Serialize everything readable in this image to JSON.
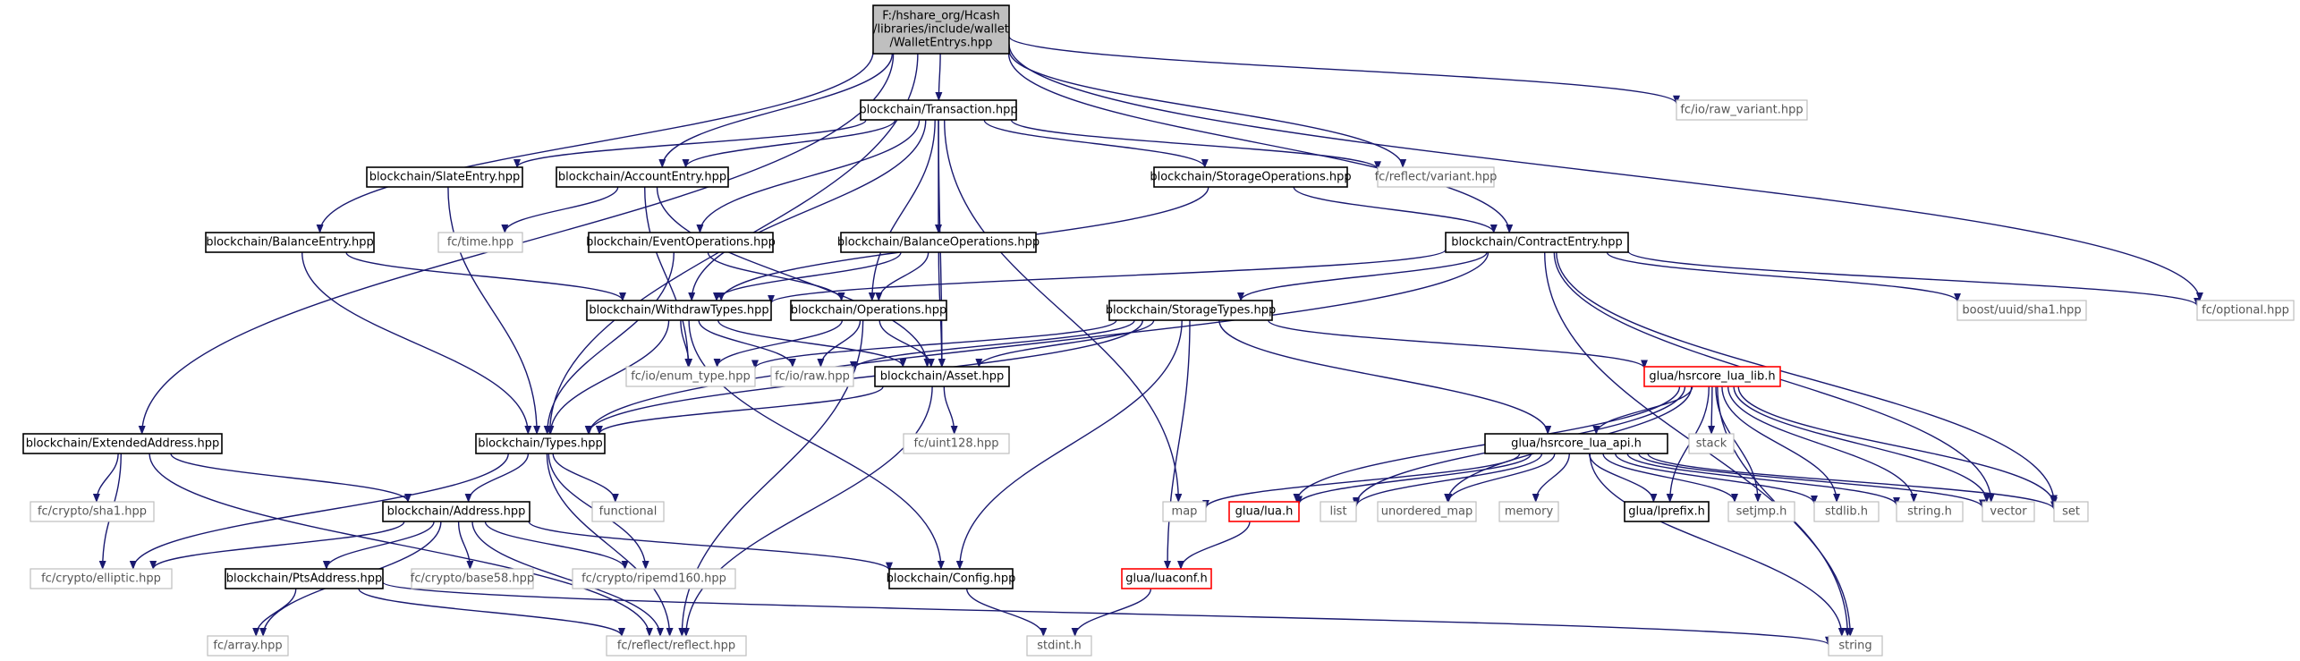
{
  "nodes": {
    "root": {
      "label": [
        "F:/hshare_org/Hcash",
        "/libraries/include/wallet",
        "/WalletEntrys.hpp"
      ],
      "kind": "root"
    },
    "transaction": {
      "label": [
        "blockchain/Transaction.hpp"
      ],
      "kind": "doc"
    },
    "raw_variant": {
      "label": [
        "fc/io/raw_variant.hpp"
      ],
      "kind": "sys"
    },
    "slate_entry": {
      "label": [
        "blockchain/SlateEntry.hpp"
      ],
      "kind": "doc"
    },
    "account_entry": {
      "label": [
        "blockchain/AccountEntry.hpp"
      ],
      "kind": "doc"
    },
    "storage_ops": {
      "label": [
        "blockchain/StorageOperations.hpp"
      ],
      "kind": "doc"
    },
    "variant": {
      "label": [
        "fc/reflect/variant.hpp"
      ],
      "kind": "sys"
    },
    "balance_entry": {
      "label": [
        "blockchain/BalanceEntry.hpp"
      ],
      "kind": "doc"
    },
    "fc_time": {
      "label": [
        "fc/time.hpp"
      ],
      "kind": "sys"
    },
    "event_ops": {
      "label": [
        "blockchain/EventOperations.hpp"
      ],
      "kind": "doc"
    },
    "balance_ops": {
      "label": [
        "blockchain/BalanceOperations.hpp"
      ],
      "kind": "doc"
    },
    "contract_entry": {
      "label": [
        "blockchain/ContractEntry.hpp"
      ],
      "kind": "doc"
    },
    "withdraw_types": {
      "label": [
        "blockchain/WithdrawTypes.hpp"
      ],
      "kind": "doc"
    },
    "operations": {
      "label": [
        "blockchain/Operations.hpp"
      ],
      "kind": "doc"
    },
    "storage_types": {
      "label": [
        "blockchain/StorageTypes.hpp"
      ],
      "kind": "doc"
    },
    "uuid_sha1": {
      "label": [
        "boost/uuid/sha1.hpp"
      ],
      "kind": "sys"
    },
    "optional": {
      "label": [
        "fc/optional.hpp"
      ],
      "kind": "sys"
    },
    "enum_type": {
      "label": [
        "fc/io/enum_type.hpp"
      ],
      "kind": "sys"
    },
    "fc_raw": {
      "label": [
        "fc/io/raw.hpp"
      ],
      "kind": "sys"
    },
    "asset": {
      "label": [
        "blockchain/Asset.hpp"
      ],
      "kind": "doc"
    },
    "lua_lib": {
      "label": [
        "glua/hsrcore_lua_lib.h"
      ],
      "kind": "red"
    },
    "extended_address": {
      "label": [
        "blockchain/ExtendedAddress.hpp"
      ],
      "kind": "doc"
    },
    "types": {
      "label": [
        "blockchain/Types.hpp"
      ],
      "kind": "doc"
    },
    "uint128": {
      "label": [
        "fc/uint128.hpp"
      ],
      "kind": "sys"
    },
    "stack": {
      "label": [
        "stack"
      ],
      "kind": "sys"
    },
    "lua_api": {
      "label": [
        "glua/hsrcore_lua_api.h"
      ],
      "kind": "doc"
    },
    "crypto_sha1": {
      "label": [
        "fc/crypto/sha1.hpp"
      ],
      "kind": "sys"
    },
    "address": {
      "label": [
        "blockchain/Address.hpp"
      ],
      "kind": "doc"
    },
    "functional": {
      "label": [
        "functional"
      ],
      "kind": "sys"
    },
    "map": {
      "label": [
        "map"
      ],
      "kind": "sys"
    },
    "lua_h": {
      "label": [
        "glua/lua.h"
      ],
      "kind": "red"
    },
    "list": {
      "label": [
        "list"
      ],
      "kind": "sys"
    },
    "unordered_map": {
      "label": [
        "unordered_map"
      ],
      "kind": "sys"
    },
    "memory": {
      "label": [
        "memory"
      ],
      "kind": "sys"
    },
    "lprefix": {
      "label": [
        "glua/lprefix.h"
      ],
      "kind": "doc"
    },
    "setjmp": {
      "label": [
        "setjmp.h"
      ],
      "kind": "sys"
    },
    "stdlib": {
      "label": [
        "stdlib.h"
      ],
      "kind": "sys"
    },
    "string_h": {
      "label": [
        "string.h"
      ],
      "kind": "sys"
    },
    "vector": {
      "label": [
        "vector"
      ],
      "kind": "sys"
    },
    "set": {
      "label": [
        "set"
      ],
      "kind": "sys"
    },
    "elliptic": {
      "label": [
        "fc/crypto/elliptic.hpp"
      ],
      "kind": "sys"
    },
    "pts_address": {
      "label": [
        "blockchain/PtsAddress.hpp"
      ],
      "kind": "doc"
    },
    "base58": {
      "label": [
        "fc/crypto/base58.hpp"
      ],
      "kind": "sys"
    },
    "ripemd160": {
      "label": [
        "fc/crypto/ripemd160.hpp"
      ],
      "kind": "sys"
    },
    "config": {
      "label": [
        "blockchain/Config.hpp"
      ],
      "kind": "doc"
    },
    "luaconf": {
      "label": [
        "glua/luaconf.h"
      ],
      "kind": "red"
    },
    "array": {
      "label": [
        "fc/array.hpp"
      ],
      "kind": "sys"
    },
    "reflect": {
      "label": [
        "fc/reflect/reflect.hpp"
      ],
      "kind": "sys"
    },
    "stdint": {
      "label": [
        "stdint.h"
      ],
      "kind": "sys"
    },
    "string": {
      "label": [
        "string"
      ],
      "kind": "sys"
    }
  },
  "edges": [
    [
      "root",
      "transaction"
    ],
    [
      "root",
      "raw_variant"
    ],
    [
      "root",
      "account_entry"
    ],
    [
      "root",
      "variant"
    ],
    [
      "root",
      "balance_entry"
    ],
    [
      "root",
      "contract_entry"
    ],
    [
      "root",
      "optional"
    ],
    [
      "root",
      "extended_address"
    ],
    [
      "root",
      "types"
    ],
    [
      "transaction",
      "slate_entry"
    ],
    [
      "transaction",
      "account_entry"
    ],
    [
      "transaction",
      "storage_ops"
    ],
    [
      "transaction",
      "variant"
    ],
    [
      "transaction",
      "event_ops"
    ],
    [
      "transaction",
      "balance_ops"
    ],
    [
      "transaction",
      "withdraw_types"
    ],
    [
      "transaction",
      "operations"
    ],
    [
      "transaction",
      "asset"
    ],
    [
      "transaction",
      "map"
    ],
    [
      "slate_entry",
      "types"
    ],
    [
      "account_entry",
      "fc_time"
    ],
    [
      "account_entry",
      "enum_type"
    ],
    [
      "account_entry",
      "asset"
    ],
    [
      "storage_ops",
      "contract_entry"
    ],
    [
      "storage_ops",
      "withdraw_types"
    ],
    [
      "balance_entry",
      "withdraw_types"
    ],
    [
      "balance_entry",
      "types"
    ],
    [
      "event_ops",
      "operations"
    ],
    [
      "event_ops",
      "types"
    ],
    [
      "balance_ops",
      "withdraw_types"
    ],
    [
      "balance_ops",
      "operations"
    ],
    [
      "balance_ops",
      "asset"
    ],
    [
      "contract_entry",
      "withdraw_types"
    ],
    [
      "contract_entry",
      "storage_types"
    ],
    [
      "contract_entry",
      "uuid_sha1"
    ],
    [
      "contract_entry",
      "optional"
    ],
    [
      "contract_entry",
      "types"
    ],
    [
      "contract_entry",
      "vector"
    ],
    [
      "contract_entry",
      "set"
    ],
    [
      "contract_entry",
      "string"
    ],
    [
      "withdraw_types",
      "enum_type"
    ],
    [
      "withdraw_types",
      "fc_raw"
    ],
    [
      "withdraw_types",
      "asset"
    ],
    [
      "withdraw_types",
      "types"
    ],
    [
      "withdraw_types",
      "config"
    ],
    [
      "operations",
      "enum_type"
    ],
    [
      "operations",
      "fc_raw"
    ],
    [
      "operations",
      "asset"
    ],
    [
      "operations",
      "reflect"
    ],
    [
      "storage_types",
      "enum_type"
    ],
    [
      "storage_types",
      "fc_raw"
    ],
    [
      "storage_types",
      "asset"
    ],
    [
      "storage_types",
      "types"
    ],
    [
      "storage_types",
      "lua_lib"
    ],
    [
      "storage_types",
      "lua_api"
    ],
    [
      "storage_types",
      "config"
    ],
    [
      "storage_types",
      "luaconf"
    ],
    [
      "asset",
      "uint128"
    ],
    [
      "asset",
      "types"
    ],
    [
      "asset",
      "reflect"
    ],
    [
      "lua_lib",
      "stack"
    ],
    [
      "lua_lib",
      "lua_api"
    ],
    [
      "lua_lib",
      "list"
    ],
    [
      "lua_lib",
      "unordered_map"
    ],
    [
      "lua_lib",
      "lua_h"
    ],
    [
      "lua_lib",
      "lprefix"
    ],
    [
      "lua_lib",
      "setjmp"
    ],
    [
      "lua_lib",
      "stdlib"
    ],
    [
      "lua_lib",
      "string_h"
    ],
    [
      "lua_lib",
      "vector"
    ],
    [
      "lua_lib",
      "set"
    ],
    [
      "lua_lib",
      "string"
    ],
    [
      "lua_api",
      "map"
    ],
    [
      "lua_api",
      "lua_h"
    ],
    [
      "lua_api",
      "list"
    ],
    [
      "lua_api",
      "unordered_map"
    ],
    [
      "lua_api",
      "memory"
    ],
    [
      "lua_api",
      "lprefix"
    ],
    [
      "lua_api",
      "setjmp"
    ],
    [
      "lua_api",
      "stdlib"
    ],
    [
      "lua_api",
      "string_h"
    ],
    [
      "lua_api",
      "vector"
    ],
    [
      "lua_api",
      "set"
    ],
    [
      "lua_api",
      "string"
    ],
    [
      "lua_h",
      "luaconf"
    ],
    [
      "luaconf",
      "stdint"
    ],
    [
      "extended_address",
      "crypto_sha1"
    ],
    [
      "extended_address",
      "address"
    ],
    [
      "extended_address",
      "elliptic"
    ],
    [
      "extended_address",
      "reflect"
    ],
    [
      "types",
      "address"
    ],
    [
      "types",
      "functional"
    ],
    [
      "types",
      "elliptic"
    ],
    [
      "types",
      "ripemd160"
    ],
    [
      "types",
      "reflect"
    ],
    [
      "address",
      "elliptic"
    ],
    [
      "address",
      "pts_address"
    ],
    [
      "address",
      "base58"
    ],
    [
      "address",
      "ripemd160"
    ],
    [
      "address",
      "config"
    ],
    [
      "address",
      "array"
    ],
    [
      "address",
      "reflect"
    ],
    [
      "pts_address",
      "array"
    ],
    [
      "pts_address",
      "reflect"
    ],
    [
      "pts_address",
      "string"
    ],
    [
      "config",
      "stdint"
    ]
  ]
}
